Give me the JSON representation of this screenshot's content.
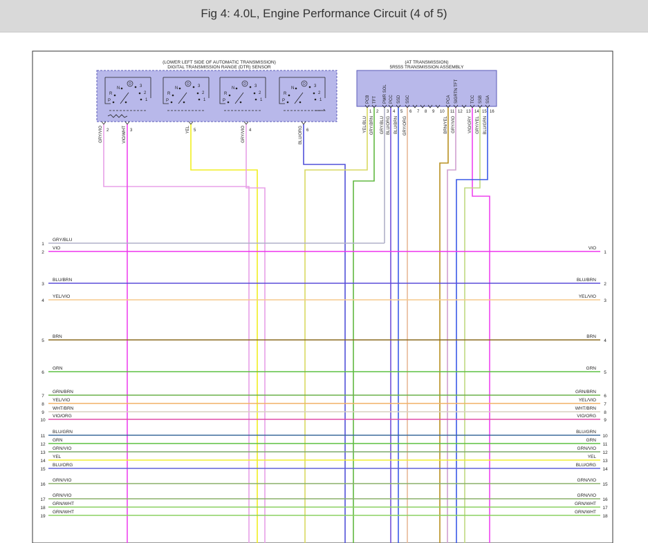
{
  "header": {
    "title": "Fig 4: 4.0L, Engine Performance Circuit (4 of 5)"
  },
  "dtr": {
    "location": "(LOWER LEFT SIDE OF AUTOMATIC TRANSMISSION)",
    "name": "DIGITAL TRANSMISSION RANGE (DTR) SENSOR",
    "switch_labels": [
      "N",
      "R",
      "P",
      "D",
      "3",
      "2",
      "1"
    ],
    "pins": [
      {
        "num": "2",
        "color": "GRY/VIO"
      },
      {
        "num": "3",
        "color": "VIO/WHT"
      },
      {
        "num": "5",
        "color": "YEL"
      },
      {
        "num": "4",
        "color": "GRY/VIO"
      },
      {
        "num": "6",
        "color": "BLU/ORG"
      }
    ]
  },
  "tca": {
    "location": "(AT TRANSMISSION)",
    "name": "5R55S TRANSMISSION ASSEMBLY",
    "pins": [
      {
        "num": "1",
        "name": "PCB",
        "color": "YEL/BLU"
      },
      {
        "num": "2",
        "name": "TFT",
        "color": "GRY/BRN"
      },
      {
        "num": "3",
        "name": "PWR SOL",
        "color": "GRY/BLU"
      },
      {
        "num": "4",
        "name": "PCC",
        "color": "BLU/ORG"
      },
      {
        "num": "5",
        "name": "SSD",
        "color": "BLU/BRN"
      },
      {
        "num": "6",
        "name": "SSC",
        "color": "GRY/ORG"
      },
      {
        "num": "7",
        "name": "",
        "color": ""
      },
      {
        "num": "8",
        "name": "",
        "color": ""
      },
      {
        "num": "9",
        "name": "",
        "color": ""
      },
      {
        "num": "10",
        "name": "",
        "color": ""
      },
      {
        "num": "11",
        "name": "PCA",
        "color": "BRN/YEL"
      },
      {
        "num": "12",
        "name": "SIGRTN TFT",
        "color": "GRY/VIO"
      },
      {
        "num": "13",
        "name": "",
        "color": ""
      },
      {
        "num": "14",
        "name": "TCC",
        "color": "VIO/GRY"
      },
      {
        "num": "15",
        "name": "SSB",
        "color": "GRY/YEL"
      },
      {
        "num": "16",
        "name": "SSA",
        "color": "BLU/GRN"
      }
    ]
  },
  "bus": [
    {
      "left_num": "1",
      "left_label": "GRY/BLU",
      "right_label": "",
      "right_num": "",
      "color": "#b0b0c8"
    },
    {
      "left_num": "2",
      "left_label": "VIO",
      "right_label": "VIO",
      "right_num": "1",
      "color": "#ee33ee"
    },
    {
      "left_num": "3",
      "left_label": "BLU/BRN",
      "right_label": "BLU/BRN",
      "right_num": "2",
      "color": "#5a4bd8"
    },
    {
      "left_num": "4",
      "left_label": "YEL/VIO",
      "right_label": "YEL/VIO",
      "right_num": "3",
      "color": "#f5c88c"
    },
    {
      "left_num": "5",
      "left_label": "BRN",
      "right_label": "BRN",
      "right_num": "4",
      "color": "#8a6a1e"
    },
    {
      "left_num": "6",
      "left_label": "GRN",
      "right_label": "GRN",
      "right_num": "5",
      "color": "#5cc040"
    },
    {
      "left_num": "7",
      "left_label": "GRN/BRN",
      "right_label": "GRN/BRN",
      "right_num": "6",
      "color": "#6ab048"
    },
    {
      "left_num": "8",
      "left_label": "YEL/VIO",
      "right_label": "YEL/VIO",
      "right_num": "7",
      "color": "#f2b066"
    },
    {
      "left_num": "9",
      "left_label": "WHT/BRN",
      "right_label": "WHT/BRN",
      "right_num": "8",
      "color": "#d8d0c0"
    },
    {
      "left_num": "10",
      "left_label": "VIO/ORG",
      "right_label": "VIO/ORG",
      "right_num": "9",
      "color": "#e04ca8"
    },
    {
      "left_num": "11",
      "left_label": "BLU/GRN",
      "right_label": "BLU/GRN",
      "right_num": "10",
      "color": "#3a6a9a"
    },
    {
      "left_num": "12",
      "left_label": "GRN",
      "right_label": "GRN",
      "right_num": "11",
      "color": "#5cc040"
    },
    {
      "left_num": "13",
      "left_label": "GRN/VIO",
      "right_label": "GRN/VIO",
      "right_num": "12",
      "color": "#7aa86a"
    },
    {
      "left_num": "14",
      "left_label": "YEL",
      "right_label": "YEL",
      "right_num": "13",
      "color": "#f0ee30"
    },
    {
      "left_num": "15",
      "left_label": "BLU/ORG",
      "right_label": "BLU/ORG",
      "right_num": "14",
      "color": "#6060d8"
    },
    {
      "left_num": "16",
      "left_label": "GRN/VIO",
      "right_label": "GRN/VIO",
      "right_num": "15",
      "color": "#8ab06a"
    },
    {
      "left_num": "17",
      "left_label": "GRN/VIO",
      "right_label": "GRN/VIO",
      "right_num": "16",
      "color": "#8ab06a"
    },
    {
      "left_num": "18",
      "left_label": "GRN/WHT",
      "right_label": "GRN/WHT",
      "right_num": "17",
      "color": "#8ad060"
    },
    {
      "left_num": "19",
      "left_label": "GRN/WHT",
      "right_label": "GRN/WHT",
      "right_num": "18",
      "color": "#8ad060"
    }
  ]
}
